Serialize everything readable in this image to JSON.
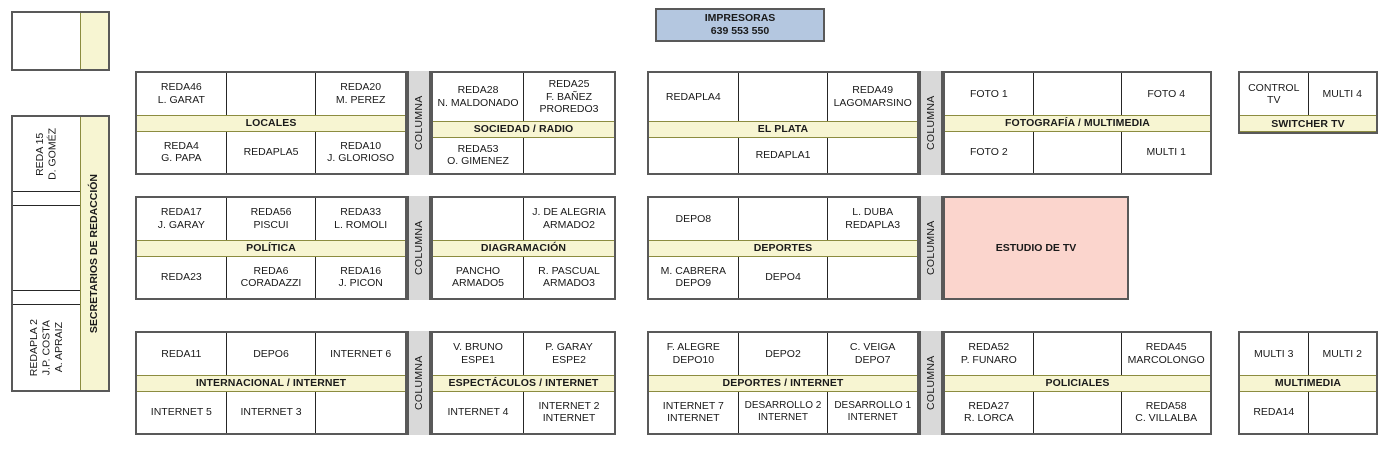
{
  "printers": {
    "title": "IMPRESORAS",
    "codes": "639  553  550"
  },
  "corner_box": {
    "label": ""
  },
  "sidebar": {
    "band_label": "SECRETARIOS DE REDACCIÓN",
    "cells": [
      {
        "text": "REDA 15\nD. GOMÉZ"
      },
      {
        "text": ""
      },
      {
        "text": ""
      },
      {
        "text": ""
      },
      {
        "text": "REDAPLA 2\nJ.P. COSTA\nA. APRAIZ"
      }
    ]
  },
  "columna_label": "COLUMNA",
  "groups": [
    {
      "name": "locales-sociedad",
      "left": {
        "band": "LOCALES",
        "top": [
          "REDA46\nL. GARAT",
          "",
          "REDA20\nM. PEREZ"
        ],
        "bottom": [
          "REDA4\nG. PAPA",
          "REDAPLA5",
          "REDA10\nJ. GLORIOSO"
        ]
      },
      "right": {
        "band": "SOCIEDAD / RADIO",
        "top": [
          "REDA28\nN. MALDONADO",
          "REDA25\nF. BAÑEZ\nPROREDO3"
        ],
        "bottom": [
          "REDA53\nO. GIMENEZ",
          ""
        ]
      }
    },
    {
      "name": "elplata-fotografia",
      "left": {
        "band": "EL PLATA",
        "top": [
          "REDAPLA4",
          "",
          "REDA49\nLAGOMARSINO"
        ],
        "bottom": [
          "",
          "REDAPLA1",
          ""
        ]
      },
      "right": {
        "band": "FOTOGRAFÍA / MULTIMEDIA",
        "top": [
          "FOTO 1",
          "",
          "FOTO 4"
        ],
        "bottom": [
          "FOTO 2",
          "",
          "MULTI 1"
        ]
      }
    },
    {
      "name": "switcher-tv",
      "single": {
        "band": "SWITCHER TV",
        "top": [
          "CONTROL TV",
          "MULTI 4"
        ],
        "bottom": null
      }
    },
    {
      "name": "politica-diagramacion",
      "left": {
        "band": "POLÍTICA",
        "top": [
          "REDA17\nJ. GARAY",
          "REDA56\nPISCUI",
          "REDA33\nL. ROMOLI"
        ],
        "bottom": [
          "REDA23",
          "REDA6\nCORADAZZI",
          "REDA16\nJ. PICON"
        ]
      },
      "right": {
        "band": "DIAGRAMACIÓN",
        "top": [
          "",
          "J. DE ALEGRIA\nARMADO2"
        ],
        "bottom": [
          "PANCHO\nARMADO5",
          "R. PASCUAL\nARMADO3"
        ]
      }
    },
    {
      "name": "deportes-estudio",
      "left": {
        "band": "DEPORTES",
        "top": [
          "DEPO8",
          "",
          "L. DUBA\nREDAPLA3"
        ],
        "bottom": [
          "M. CABRERA\nDEPO9",
          "DEPO4",
          ""
        ]
      },
      "studio": {
        "label": "ESTUDIO DE TV"
      }
    },
    {
      "name": "internacional-espectaculos",
      "left": {
        "band": "INTERNACIONAL / INTERNET",
        "top": [
          "REDA11",
          "DEPO6",
          "INTERNET 6"
        ],
        "bottom": [
          "INTERNET 5",
          "INTERNET 3",
          ""
        ]
      },
      "right": {
        "band": "ESPECTÁCULOS / INTERNET",
        "top": [
          "V. BRUNO\nESPE1",
          "P. GARAY\nESPE2"
        ],
        "bottom": [
          "INTERNET 4",
          "INTERNET 2\nINTERNET"
        ]
      }
    },
    {
      "name": "deportes-internet-policiales",
      "left": {
        "band": "DEPORTES / INTERNET",
        "top": [
          "F. ALEGRE\nDEPO10",
          "DEPO2",
          "C. VEIGA\nDEPO7"
        ],
        "bottom": [
          "INTERNET 7\nINTERNET",
          "DESARROLLO 2\nINTERNET",
          "DESARROLLO 1\nINTERNET"
        ]
      },
      "right": {
        "band": "POLICIALES",
        "top": [
          "REDA52\nP. FUNARO",
          "",
          "REDA45\nMARCOLONGO"
        ],
        "bottom": [
          "REDA27\nR. LORCA",
          "",
          "REDA58\nC. VILLALBA"
        ]
      }
    },
    {
      "name": "multimedia",
      "single": {
        "band": "MULTIMEDIA",
        "top": [
          "MULTI 3",
          "MULTI 2"
        ],
        "bottom": [
          "REDA14",
          ""
        ]
      }
    }
  ],
  "colors": {
    "band": "#f7f5d2",
    "columna": "#d9d9d9",
    "printers": "#b4c7e0",
    "studio": "#fbd5cd",
    "frame": "#595959"
  }
}
